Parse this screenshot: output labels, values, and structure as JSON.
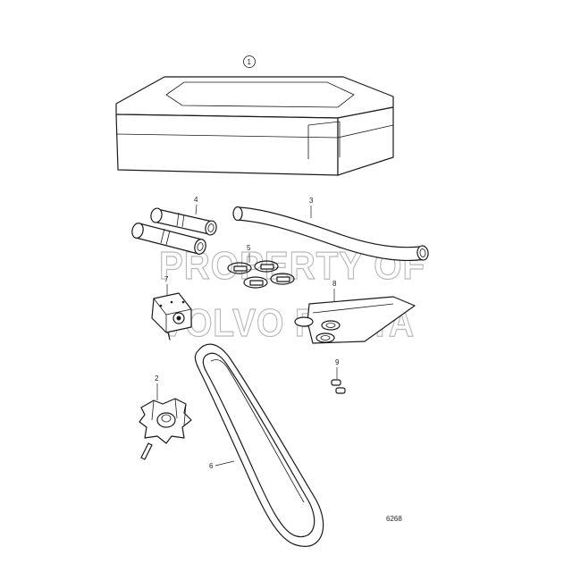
{
  "diagram": {
    "watermark": [
      "PROPERTY OF",
      "VOLVO PENTA"
    ],
    "drawing_number": "6268",
    "callouts": [
      {
        "id": "1",
        "part": "storage-case"
      },
      {
        "id": "2",
        "part": "impeller"
      },
      {
        "id": "3",
        "part": "hose"
      },
      {
        "id": "4",
        "part": "hose-connectors"
      },
      {
        "id": "5",
        "part": "hose-clamps"
      },
      {
        "id": "6",
        "part": "drive-belt"
      },
      {
        "id": "7",
        "part": "thermostat"
      },
      {
        "id": "8",
        "part": "gasket-kit"
      },
      {
        "id": "9",
        "part": "fuse"
      }
    ]
  }
}
